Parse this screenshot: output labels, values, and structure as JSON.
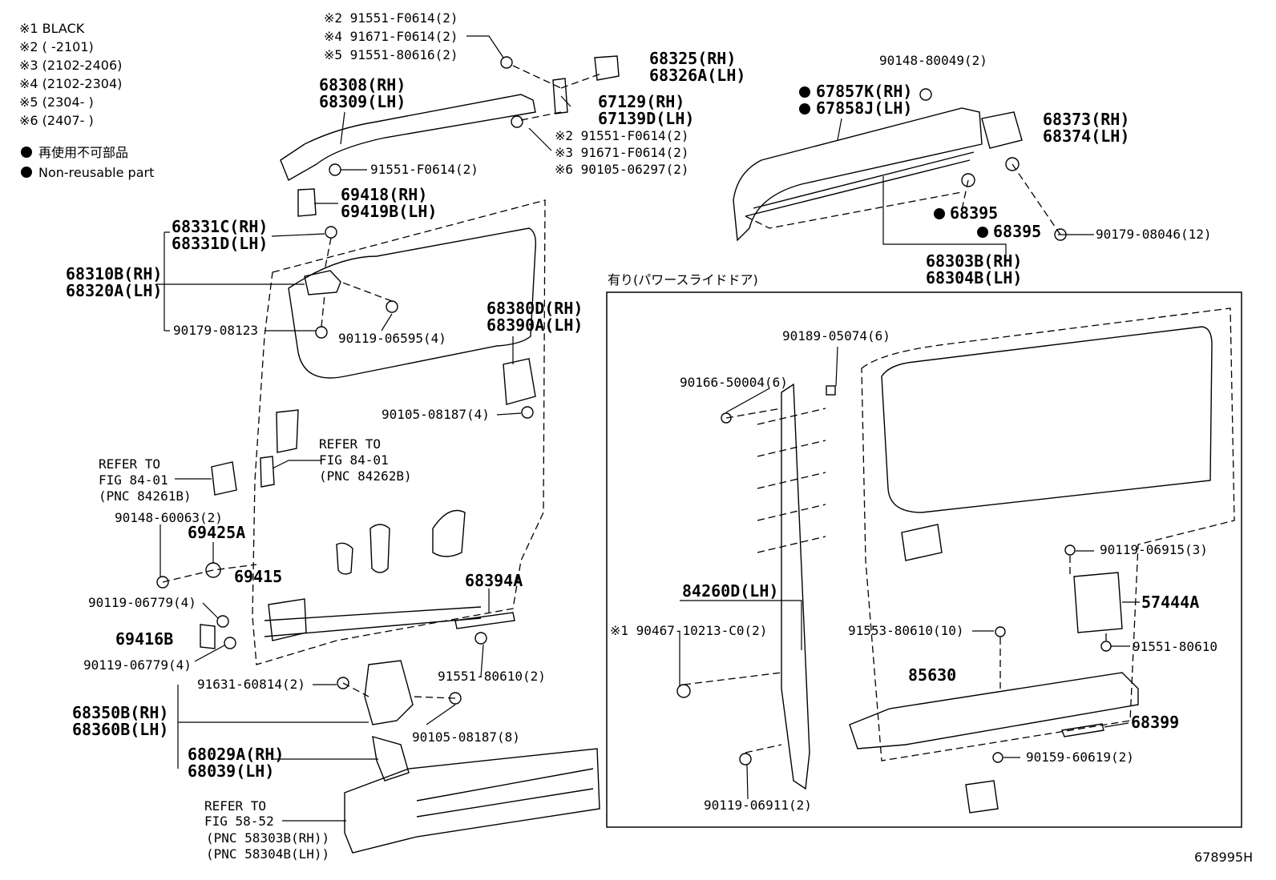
{
  "legend": {
    "notes": [
      "※1 BLACK",
      "※2 (    -2101)",
      "※3 (2102-2406)",
      "※4 (2102-2304)",
      "※5 (2304-    )",
      "※6 (2407-    )"
    ],
    "nonreusable_jp": "再使用不可部品",
    "nonreusable_en": "Non-reusable part"
  },
  "inset_title": "有り(パワースライドドア)",
  "figure_id": "678995H",
  "labels": {
    "l01": "※2 91551-F0614(2)",
    "l02": "※4 91671-F0614(2)",
    "l03": "※5 91551-80616(2)",
    "l04": "68325(RH)",
    "l05": "68326A(LH)",
    "l06": "90148-80049(2)",
    "l07": "68308(RH)",
    "l08": "68309(LH)",
    "l09": "67129(RH)",
    "l10": "67139D(LH)",
    "l11": "67857K(RH)",
    "l12": "67858J(LH)",
    "l13": "※2 91551-F0614(2)",
    "l14": "※3 91671-F0614(2)",
    "l15": "※6 90105-06297(2)",
    "l16": "68373(RH)",
    "l17": "68374(LH)",
    "l18": "91551-F0614(2)",
    "l19": "69418(RH)",
    "l20": "69419B(LH)",
    "l21": "68395",
    "l22": "68395",
    "l23": "90179-08046(12)",
    "l24": "68331C(RH)",
    "l25": "68331D(LH)",
    "l26": "68303B(RH)",
    "l27": "68304B(LH)",
    "l28": "68310B(RH)",
    "l29": "68320A(LH)",
    "l30": "90179-08123",
    "l31": "90119-06595(4)",
    "l32": "68380D(RH)",
    "l33": "68390A(LH)",
    "l34": "90189-05074(6)",
    "l35": "90166-50004(6)",
    "l36": "90105-08187(4)",
    "l37": "REFER TO",
    "l38": "FIG 84-01",
    "l39": "(PNC 84262B)",
    "l40": "REFER TO",
    "l41": "FIG 84-01",
    "l42": "(PNC 84261B)",
    "l43": "90148-60063(2)",
    "l44": "69425A",
    "l45": "69415",
    "l46": "68394A",
    "l47": "90119-06915(3)",
    "l48": "57444A",
    "l49": "90119-06779(4)",
    "l50": "69416B",
    "l51": "90119-06779(4)",
    "l52": "84260D(LH)",
    "l53": "※1 90467-10213-C0(2)",
    "l54": "91553-80610(10)",
    "l55": "91551-80610",
    "l56": "91551-80610(2)",
    "l57": "85630",
    "l58": "91631-60814(2)",
    "l59": "68350B(RH)",
    "l60": "68360B(LH)",
    "l61": "90105-08187(8)",
    "l62": "68399",
    "l63": "68029A(RH)",
    "l64": "68039(LH)",
    "l65": "90159-60619(2)",
    "l66": "90119-06911(2)",
    "l67": "REFER TO",
    "l68": "FIG 58-52",
    "l69": "(PNC 58303B(RH))",
    "l70": "(PNC 58304B(LH))"
  }
}
